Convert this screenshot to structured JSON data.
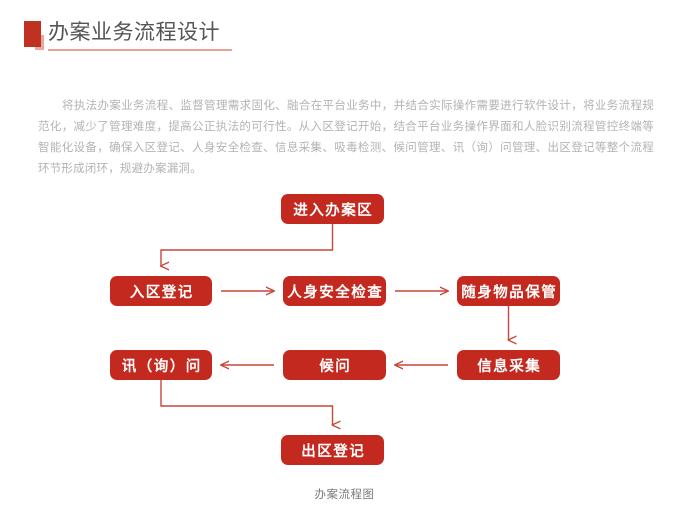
{
  "page": {
    "title": "办案业务流程设计",
    "body_text": "将执法办案业务流程、监督管理需求固化、融合在平台业务中，并结合实际操作需要进行软件设计，将业务流程规范化，减少了管理难度，提高公正执法的可行性。从入区登记开始，结合平台业务操作界面和人脸识别流程管控终端等智能化设备，确保入区登记、人身安全检查、信息采集、吸毒检测、候问管理、讯（询）问管理、出区登记等整个流程环节形成闭环，规避办案漏洞。",
    "figure_caption": "办案流程图"
  },
  "colors": {
    "node_red": "#c4291f",
    "marker_red": "#c0311f",
    "marker_shadow": "#e8a99e",
    "underline": "#e8a194",
    "connector": "#c8473a",
    "title_text": "#555555",
    "body_text": "#b3b3b3",
    "caption_text": "#7a7a7a",
    "background": "#ffffff"
  },
  "flowchart": {
    "type": "flow-diagram",
    "nodes": [
      {
        "id": "enter",
        "label": "进入办案区",
        "row": 1,
        "col": 2
      },
      {
        "id": "reg",
        "label": "入区登记",
        "row": 2,
        "col": 1
      },
      {
        "id": "safety",
        "label": "人身安全检查",
        "row": 2,
        "col": 2
      },
      {
        "id": "belong",
        "label": "随身物品保管",
        "row": 2,
        "col": 3
      },
      {
        "id": "inquiry",
        "label": "讯（询）问",
        "row": 3,
        "col": 1
      },
      {
        "id": "wait",
        "label": "候问",
        "row": 3,
        "col": 2
      },
      {
        "id": "collect",
        "label": "信息采集",
        "row": 3,
        "col": 3
      },
      {
        "id": "exit",
        "label": "出区登记",
        "row": 4,
        "col": 2
      }
    ],
    "edges": [
      {
        "from": "enter",
        "to": "reg",
        "style": "elbow-down-left-down"
      },
      {
        "from": "reg",
        "to": "safety",
        "style": "straight-right"
      },
      {
        "from": "safety",
        "to": "belong",
        "style": "straight-right"
      },
      {
        "from": "belong",
        "to": "collect",
        "style": "straight-down"
      },
      {
        "from": "collect",
        "to": "wait",
        "style": "straight-left"
      },
      {
        "from": "wait",
        "to": "inquiry",
        "style": "straight-left"
      },
      {
        "from": "inquiry",
        "to": "exit",
        "style": "elbow-down-right-down"
      }
    ]
  }
}
